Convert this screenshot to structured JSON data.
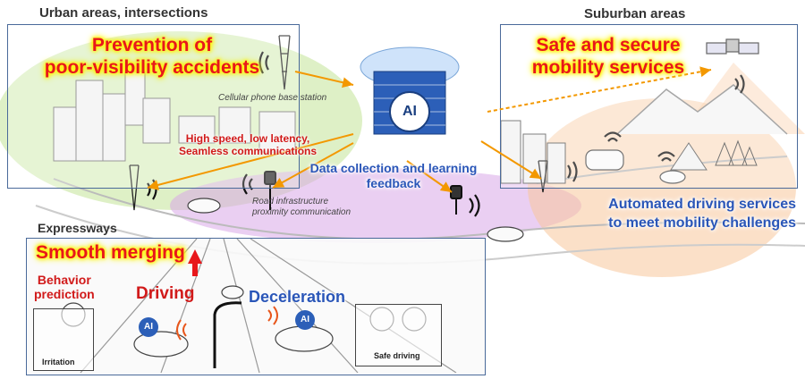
{
  "sections": {
    "urban": "Urban areas, intersections",
    "suburban": "Suburban areas",
    "expressways": "Expressways"
  },
  "headlines": {
    "urban": "Prevention of\npoor-visibility accidents",
    "suburban": "Safe and secure\nmobility services",
    "expressway": "Smooth merging"
  },
  "labels": {
    "cellular_base_station": "Cellular phone base station",
    "high_speed": "High speed, low latency,\nSeamless communications",
    "data_collection": "Data collection and learning\nfeedback",
    "road_infrastructure": "Road infrastructure\nproximity communication",
    "automated_driving": "Automated driving services\nto meet mobility challenges",
    "behavior_prediction": "Behavior\nprediction",
    "driving": "Driving",
    "deceleration": "Deceleration",
    "irritation": "Irritation",
    "safe_driving": "Safe driving",
    "ai_badge": "AI"
  },
  "colors": {
    "headline_red": "#e8171b",
    "highlight_yellow": "#fff200",
    "label_blue": "#2a56b8",
    "arrow_orange": "#f39800",
    "panel_border": "#4a6a9a",
    "urban_zone_green": "#c8e6a0",
    "network_zone_purple": "#d9a8e8",
    "suburban_zone_orange": "#f8c69a"
  }
}
